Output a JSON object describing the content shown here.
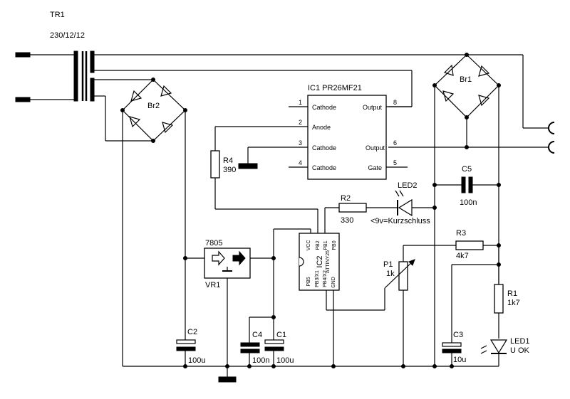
{
  "transformer": {
    "name": "TR1",
    "value": "230/12/12"
  },
  "bridge1": {
    "name": "Br1"
  },
  "bridge2": {
    "name": "Br2"
  },
  "ic1": {
    "name": "IC1 PR26MF21",
    "pins": [
      {
        "num": "1",
        "label": "Cathode"
      },
      {
        "num": "2",
        "label": "Anode"
      },
      {
        "num": "3",
        "label": "Cathode"
      },
      {
        "num": "4",
        "label": "Cathode"
      },
      {
        "num": "5",
        "label": "Gate"
      },
      {
        "num": "6",
        "label": "Output"
      },
      {
        "num": "8",
        "label": "Output"
      }
    ]
  },
  "r4": {
    "name": "R4",
    "value": "390"
  },
  "r2": {
    "name": "R2",
    "value": "330"
  },
  "r3": {
    "name": "R3",
    "value": "4k7"
  },
  "r1": {
    "name": "R1",
    "value": "1k7"
  },
  "p1": {
    "name": "P1",
    "value": "1k"
  },
  "led2": {
    "name": "LED2",
    "note": "<9v=Kurzschluss"
  },
  "led1": {
    "name": "LED1",
    "value": "U OK"
  },
  "c5": {
    "name": "C5",
    "value": "100n"
  },
  "c2": {
    "name": "C2",
    "value": "100u"
  },
  "c4": {
    "name": "C4",
    "value": "100n"
  },
  "c1": {
    "name": "C1",
    "value": "100u"
  },
  "c3": {
    "name": "C3",
    "value": "10u"
  },
  "regulator": {
    "type": "7805",
    "name": "VR1"
  },
  "ic2": {
    "name": "IC2",
    "part": "ATTINY25",
    "top_pins": [
      "VCC",
      "PB2",
      "PB1",
      "PB0"
    ],
    "bottom_pins": [
      "PB5",
      "PB3/X1",
      "PB4/X2",
      "GND"
    ]
  }
}
